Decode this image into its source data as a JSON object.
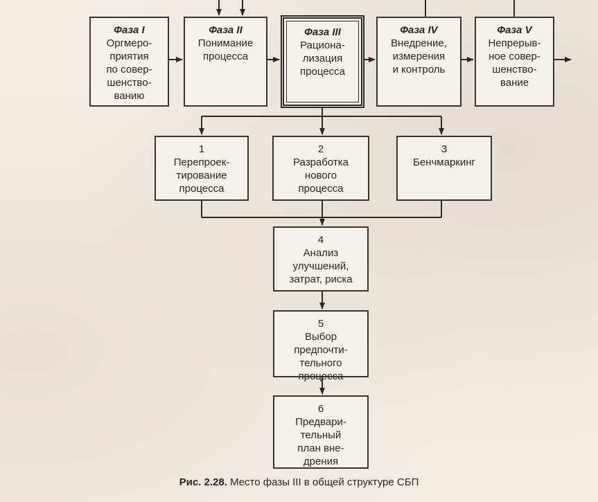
{
  "phases": [
    {
      "title": "Фаза I",
      "text": "Оргмеро-\nприятия\nпо совер-\nшенство-\nванию"
    },
    {
      "title": "Фаза II",
      "text": "Понимание\nпроцесса"
    },
    {
      "title": "Фаза III",
      "text": "Рациона-\nлизация\nпроцесса"
    },
    {
      "title": "Фаза IV",
      "text": "Внедрение,\nизмерения\nи контроль"
    },
    {
      "title": "Фаза V",
      "text": "Непрерыв-\nное совер-\nшенство-\nвание"
    }
  ],
  "steps": [
    {
      "num": "1",
      "text": "Перепроек-\nтирование\nпроцесса"
    },
    {
      "num": "2",
      "text": "Разработка\nнового\nпроцесса"
    },
    {
      "num": "3",
      "text": "Бенчмаркинг"
    },
    {
      "num": "4",
      "text": "Анализ\nулучшений,\nзатрат, риска"
    },
    {
      "num": "5",
      "text": "Выбор\nпредпочти-\nтельного\nпроцесса"
    },
    {
      "num": "6",
      "text": "Предвари-\nтельный\nплан вне-\nдрения"
    }
  ],
  "caption": {
    "label": "Рис. 2.28.",
    "text": "Место фазы III в общей структуре СБП"
  }
}
